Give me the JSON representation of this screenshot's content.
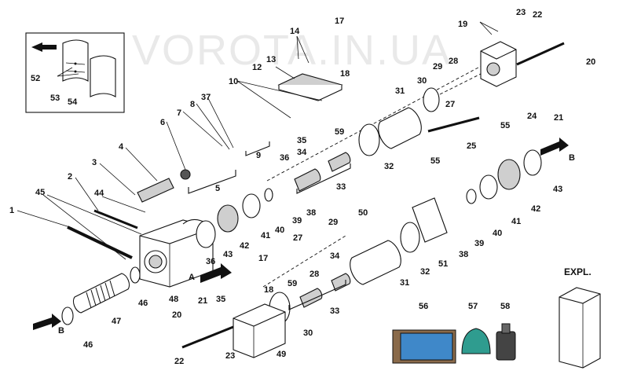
{
  "watermark": "VOROTA.IN.UA",
  "expl_label": "EXPL.",
  "arrow_labels": {
    "a": "A",
    "b": "B"
  },
  "callouts": [
    {
      "id": "c1",
      "text": "1"
    },
    {
      "id": "c2",
      "text": "2"
    },
    {
      "id": "c3",
      "text": "3"
    },
    {
      "id": "c4",
      "text": "4"
    },
    {
      "id": "c5",
      "text": "5"
    },
    {
      "id": "c6",
      "text": "6"
    },
    {
      "id": "c7",
      "text": "7"
    },
    {
      "id": "c8",
      "text": "8"
    },
    {
      "id": "c9",
      "text": "9"
    },
    {
      "id": "c10",
      "text": "10"
    },
    {
      "id": "c12",
      "text": "12"
    },
    {
      "id": "c13",
      "text": "13"
    },
    {
      "id": "c14",
      "text": "14"
    },
    {
      "id": "c17a",
      "text": "17"
    },
    {
      "id": "c18a",
      "text": "18"
    },
    {
      "id": "c19",
      "text": "19"
    },
    {
      "id": "c20a",
      "text": "20"
    },
    {
      "id": "c21a",
      "text": "21"
    },
    {
      "id": "c22a",
      "text": "22"
    },
    {
      "id": "c23a",
      "text": "23"
    },
    {
      "id": "c24",
      "text": "24"
    },
    {
      "id": "c25",
      "text": "25"
    },
    {
      "id": "c27a",
      "text": "27"
    },
    {
      "id": "c28a",
      "text": "28"
    },
    {
      "id": "c29a",
      "text": "29"
    },
    {
      "id": "c30a",
      "text": "30"
    },
    {
      "id": "c31a",
      "text": "31"
    },
    {
      "id": "c32a",
      "text": "32"
    },
    {
      "id": "c33a",
      "text": "33"
    },
    {
      "id": "c34a",
      "text": "34"
    },
    {
      "id": "c35a",
      "text": "35"
    },
    {
      "id": "c36a",
      "text": "36"
    },
    {
      "id": "c37",
      "text": "37"
    },
    {
      "id": "c38a",
      "text": "38"
    },
    {
      "id": "c39a",
      "text": "39"
    },
    {
      "id": "c40a",
      "text": "40"
    },
    {
      "id": "c41a",
      "text": "41"
    },
    {
      "id": "c42a",
      "text": "42"
    },
    {
      "id": "c43a",
      "text": "43"
    },
    {
      "id": "c44",
      "text": "44"
    },
    {
      "id": "c45",
      "text": "45"
    },
    {
      "id": "c46a",
      "text": "46"
    },
    {
      "id": "c46b",
      "text": "46"
    },
    {
      "id": "c47",
      "text": "47"
    },
    {
      "id": "c48",
      "text": "48"
    },
    {
      "id": "c49",
      "text": "49"
    },
    {
      "id": "c50",
      "text": "50"
    },
    {
      "id": "c51",
      "text": "51"
    },
    {
      "id": "c52",
      "text": "52"
    },
    {
      "id": "c53",
      "text": "53"
    },
    {
      "id": "c54",
      "text": "54"
    },
    {
      "id": "c55a",
      "text": "55"
    },
    {
      "id": "c55b",
      "text": "55"
    },
    {
      "id": "c56",
      "text": "56"
    },
    {
      "id": "c57",
      "text": "57"
    },
    {
      "id": "c58",
      "text": "58"
    },
    {
      "id": "c59a",
      "text": "59"
    },
    {
      "id": "c59b",
      "text": "59"
    },
    {
      "id": "c17b",
      "text": "17"
    },
    {
      "id": "c18b",
      "text": "18"
    },
    {
      "id": "c20b",
      "text": "20"
    },
    {
      "id": "c21b",
      "text": "21"
    },
    {
      "id": "c22b",
      "text": "22"
    },
    {
      "id": "c23b",
      "text": "23"
    },
    {
      "id": "c27b",
      "text": "27"
    },
    {
      "id": "c28b",
      "text": "28"
    },
    {
      "id": "c29b",
      "text": "29"
    },
    {
      "id": "c30b",
      "text": "30"
    },
    {
      "id": "c31b",
      "text": "31"
    },
    {
      "id": "c32b",
      "text": "32"
    },
    {
      "id": "c33b",
      "text": "33"
    },
    {
      "id": "c34b",
      "text": "34"
    },
    {
      "id": "c35b",
      "text": "35"
    },
    {
      "id": "c36b",
      "text": "36"
    },
    {
      "id": "c38b",
      "text": "38"
    },
    {
      "id": "c39b",
      "text": "39"
    },
    {
      "id": "c40b",
      "text": "40"
    },
    {
      "id": "c41b",
      "text": "41"
    },
    {
      "id": "c42b",
      "text": "42"
    },
    {
      "id": "c43b",
      "text": "43"
    }
  ],
  "colors": {
    "ink": "#111111",
    "watermark": "#e9e9e9",
    "kit_blue": "#3f88c9",
    "kit_brown": "#8a6a4a",
    "grease_teal": "#2f9c8f"
  }
}
